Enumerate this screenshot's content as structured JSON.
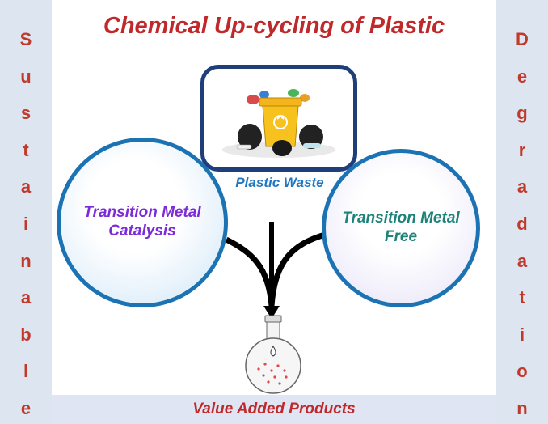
{
  "title": "Chemical Up-cycling of Plastic",
  "left_bar": {
    "letters": [
      "S",
      "u",
      "s",
      "t",
      "a",
      "i",
      "n",
      "a",
      "b",
      "l",
      "e"
    ]
  },
  "right_bar": {
    "letters": [
      "D",
      "e",
      "g",
      "r",
      "a",
      "d",
      "a",
      "t",
      "i",
      "o",
      "n"
    ]
  },
  "waste": {
    "caption": "Plastic Waste"
  },
  "left_circle": {
    "label": "Transition Metal\nCatalysis"
  },
  "right_circle": {
    "label": "Transition Metal\nFree"
  },
  "bottom": {
    "label": "Value Added Products"
  },
  "colors": {
    "title": "#c0292b",
    "side_letters": "#c0392b",
    "side_bar_bg": "#dde5f1",
    "box_border": "#1f3f7a",
    "circle_border": "#1c73b3",
    "left_circle_text": "#7d2bd8",
    "right_circle_text": "#1d8379",
    "caption": "#2178c2"
  }
}
